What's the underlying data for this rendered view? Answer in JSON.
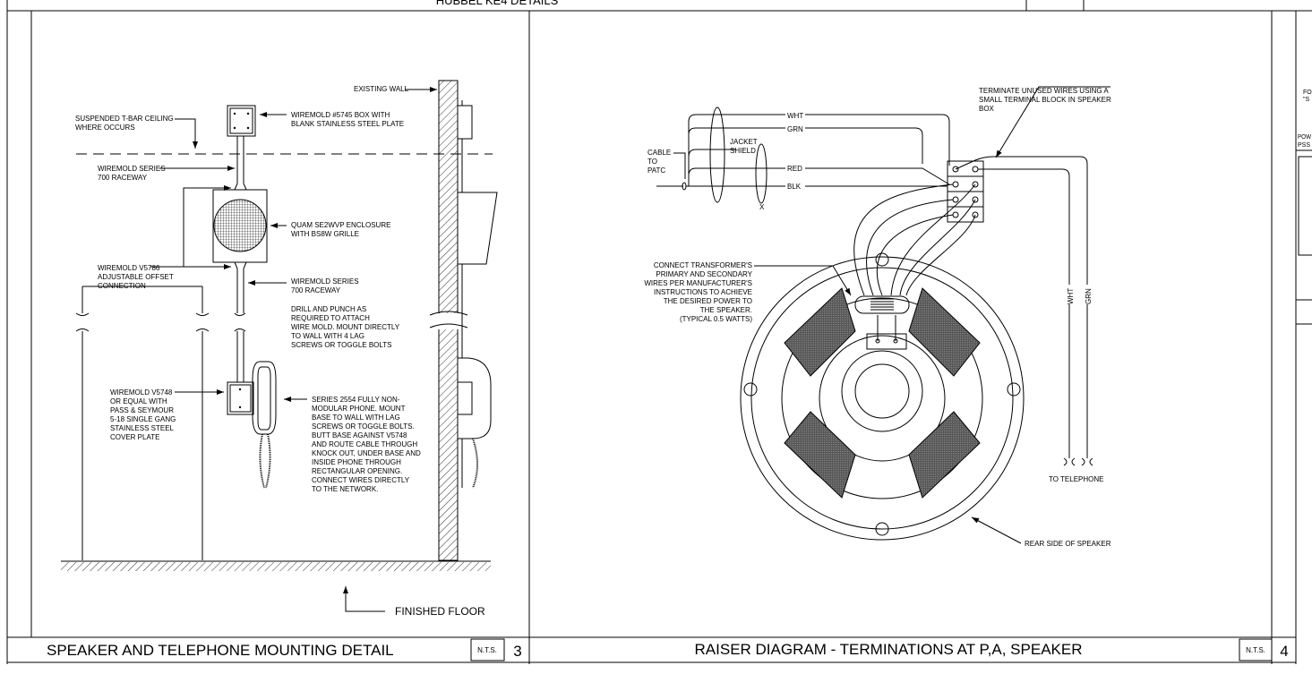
{
  "sheet": {
    "header_title": "HUBBEL KE4 DETAILS",
    "right_edge_fragments": [
      "FO",
      "\"S",
      "POW",
      "PSS"
    ]
  },
  "detail_3": {
    "title": "SPEAKER AND TELEPHONE MOUNTING DETAIL",
    "scale": "N.T.S.",
    "number": "3",
    "labels": {
      "existing_wall": "EXISTING WALL",
      "ceiling": [
        "SUSPENDED T-BAR CEILING",
        "WHERE OCCURS"
      ],
      "box_5745": [
        "WIREMOLD #5745 BOX WITH",
        "BLANK STAINLESS STEEL PLATE"
      ],
      "raceway_upper": [
        "WIREMOLD SERIES",
        "700 RACEWAY"
      ],
      "enclosure": [
        "QUAM SE2WVP ENCLOSURE",
        "WITH BS8W GRILLE"
      ],
      "offset": [
        "WIREMOLD V5786",
        "ADJUSTABLE OFFSET",
        "CONNECTION"
      ],
      "raceway_lower": [
        "WIREMOLD SERIES",
        "700 RACEWAY"
      ],
      "drill_note": [
        "DRILL AND PUNCH AS",
        "REQUIRED TO ATTACH",
        "WIRE MOLD.  MOUNT DIRECTLY",
        "TO WALL WITH 4 LAG",
        "SCREWS OR TOGGLE BOLTS"
      ],
      "v5748": [
        "WIREMOLD V5748",
        "OR EQUAL WITH",
        "PASS & SEYMOUR",
        "5-18 SINGLE GANG",
        "STAINLESS STEEL",
        "COVER PLATE"
      ],
      "phone_note": [
        "SERIES 2554 FULLY NON-",
        "MODULAR PHONE.  MOUNT",
        "BASE TO WALL WITH LAG",
        "SCREWS OR TOGGLE BOLTS.",
        "BUTT BASE AGAINST V5748",
        "AND ROUTE CABLE THROUGH",
        "KNOCK OUT, UNDER BASE AND",
        "INSIDE PHONE THROUGH",
        "RECTANGULAR OPENING.",
        "CONNECT WIRES DIRECTLY",
        "TO THE NETWORK."
      ],
      "finished_floor": "FINISHED FLOOR"
    }
  },
  "detail_4": {
    "title": "RAISER DIAGRAM -  TERMINATIONS AT P,A, SPEAKER",
    "scale": "N.T.S.",
    "number": "4",
    "labels": {
      "terminate_note": [
        "TERMINATE UNUSED WIRES USING A",
        "SMALL TERMINAL BLOCK IN SPEAKER",
        "BOX"
      ],
      "cable": [
        "CABLE",
        "TO",
        "PATC"
      ],
      "jacket": [
        "JACKET",
        "SHIELD"
      ],
      "x_mark": "X",
      "wires": [
        "WHT",
        "GRN",
        "RED",
        "BLK"
      ],
      "transformer_note": [
        "CONNECT TRANSFORMER'S",
        "PRIMARY AND SECONDARY",
        "WIRES PER MANUFACTURER'S",
        "INSTRUCTIONS TO ACHIEVE",
        "THE DESIRED POWER TO",
        "THE SPEAKER.",
        "(TYPICAL 0.5 WATTS)"
      ],
      "vertical_wht": "WHT",
      "vertical_grn": "GRN",
      "to_telephone": "TO TELEPHONE",
      "rear_side": "REAR SIDE OF SPEAKER"
    }
  }
}
